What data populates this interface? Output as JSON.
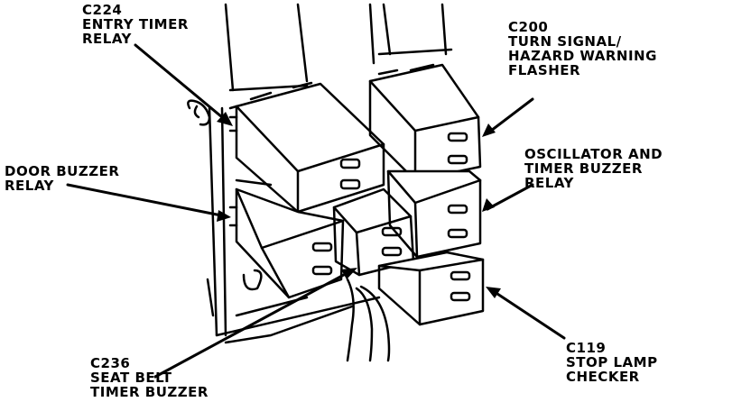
{
  "callouts": {
    "c224": {
      "lines": [
        "C224",
        "ENTRY TIMER",
        "RELAY"
      ]
    },
    "c200": {
      "lines": [
        "C200",
        "TURN SIGNAL/",
        "HAZARD WARNING",
        "FLASHER"
      ]
    },
    "door_buzzer": {
      "lines": [
        "DOOR BUZZER",
        "RELAY"
      ]
    },
    "oscillator": {
      "lines": [
        "OSCILLATOR AND",
        "TIMER BUZZER",
        "RELAY"
      ]
    },
    "c236": {
      "lines": [
        "C236",
        "SEAT BELT",
        "TIMER BUZZER"
      ]
    },
    "c119": {
      "lines": [
        "C119",
        "STOP LAMP",
        "CHECKER"
      ]
    }
  },
  "colors": {
    "ink": "#000000",
    "paper": "#ffffff"
  }
}
